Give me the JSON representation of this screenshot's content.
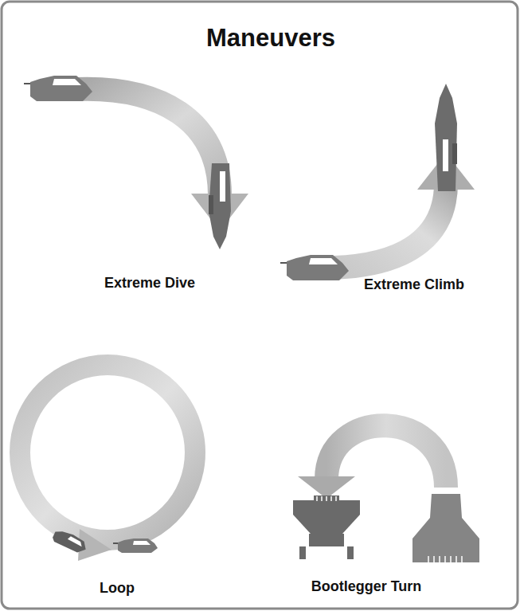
{
  "diagram": {
    "title": "Maneuvers",
    "labels": [
      "Extreme Dive",
      "Extreme Climb",
      "Loop",
      "Bootlegger Turn"
    ]
  }
}
